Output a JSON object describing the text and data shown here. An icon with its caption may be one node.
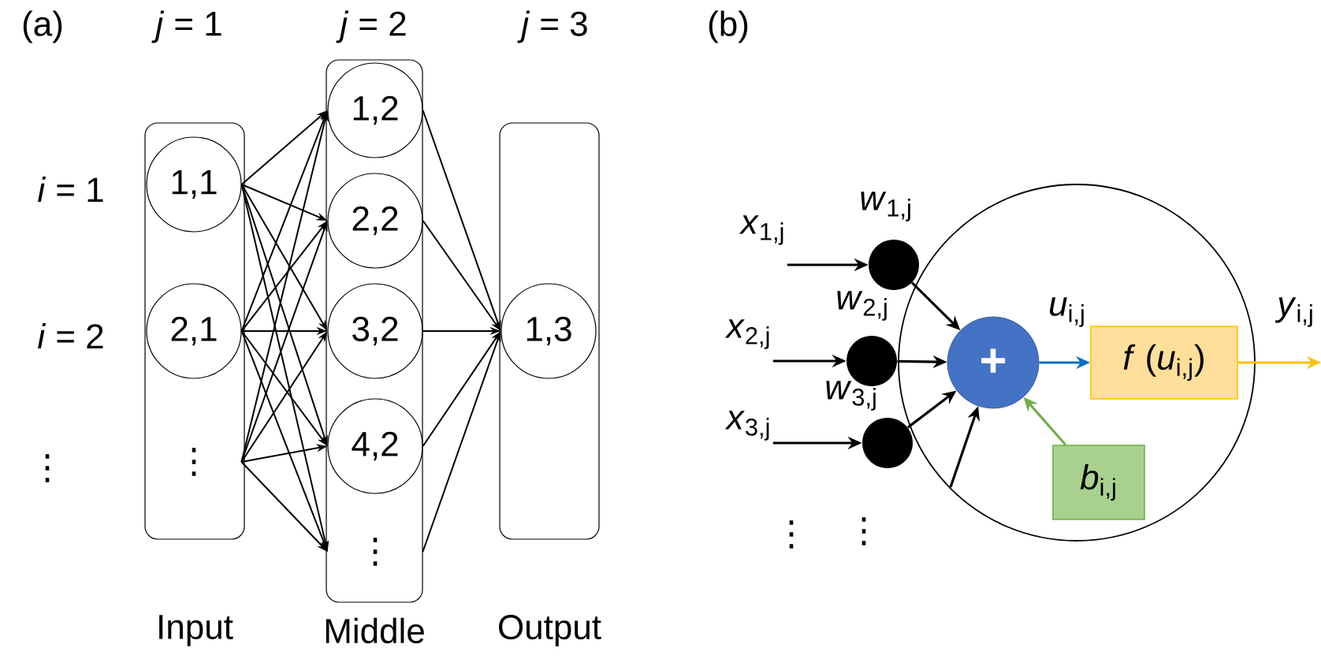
{
  "diagram": {
    "nodes": [
      {
        "text": [
          "Input"
        ]
      },
      {
        "text": [
          "1,1"
        ],
        "in": 0
      },
      {
        "text": [
          "2,1"
        ],
        "in": 0
      },
      {
        "text": [
          "⋮"
        ],
        "in": 0
      },
      {
        "text": [
          "Middle"
        ]
      },
      {
        "text": [
          "1,2"
        ],
        "in": 4
      },
      {
        "text": [
          "2,2"
        ],
        "in": 4
      },
      {
        "text": [
          "3,2"
        ],
        "in": 4
      },
      {
        "text": [
          "4,2"
        ],
        "in": 4
      },
      {
        "text": [
          "⋮"
        ],
        "in": 4
      },
      {
        "text": [
          "Output"
        ]
      },
      {
        "text": [
          "1,3"
        ],
        "in": 10
      },
      {
        "text": [],
        "shape": "circle"
      },
      {
        "text": [
          "*x*$_{1,j}$"
        ]
      },
      {
        "text": [
          "*x*$_{2,j}$"
        ]
      },
      {
        "text": [
          "*x*$_{3,j}$"
        ]
      },
      {
        "text": [],
        "shape": "circle",
        "beside": [
          "*w*$_{1,j}$"
        ]
      },
      {
        "text": [],
        "shape": "circle",
        "beside": [
          "*w*$_{2,j}$"
        ]
      },
      {
        "text": [],
        "shape": "circle",
        "beside": [
          "*w*$_{3,j}$"
        ]
      },
      {
        "text": [
          "+"
        ],
        "in": 12
      },
      {
        "text": [
          "*f* (*u*$_{i,j}$)"
        ],
        "in": 12
      },
      {
        "text": [
          "*b*$_{i,j}$"
        ],
        "in": 12
      }
    ],
    "edges": [
      {
        "from": 1,
        "to": 5,
        "arrow": "to"
      },
      {
        "from": 1,
        "to": 6,
        "arrow": "to"
      },
      {
        "from": 1,
        "to": 7,
        "arrow": "to"
      },
      {
        "from": 1,
        "to": 8,
        "arrow": "to"
      },
      {
        "from": 1,
        "to": 9,
        "arrow": "to"
      },
      {
        "from": 2,
        "to": 5,
        "arrow": "to"
      },
      {
        "from": 2,
        "to": 6,
        "arrow": "to"
      },
      {
        "from": 2,
        "to": 7,
        "arrow": "to"
      },
      {
        "from": 2,
        "to": 8,
        "arrow": "to"
      },
      {
        "from": 2,
        "to": 9,
        "arrow": "to"
      },
      {
        "from": 3,
        "to": 5,
        "arrow": "to"
      },
      {
        "from": 3,
        "to": 6,
        "arrow": "to"
      },
      {
        "from": 3,
        "to": 7,
        "arrow": "to"
      },
      {
        "from": 3,
        "to": 8,
        "arrow": "to"
      },
      {
        "from": 3,
        "to": 9,
        "arrow": "to"
      },
      {
        "from": 5,
        "to": 11,
        "arrow": "to"
      },
      {
        "from": 6,
        "to": 11,
        "arrow": "to"
      },
      {
        "from": 7,
        "to": 11,
        "arrow": "to"
      },
      {
        "from": 8,
        "to": 11,
        "arrow": "to"
      },
      {
        "from": 9,
        "to": 11,
        "arrow": "to"
      },
      {
        "from": 13,
        "to": 16,
        "arrow": "to"
      },
      {
        "from": 14,
        "to": 17,
        "arrow": "to"
      },
      {
        "from": 15,
        "to": 18,
        "arrow": "to"
      },
      {
        "from": 16,
        "to": 19,
        "arrow": "to"
      },
      {
        "from": 17,
        "to": 19,
        "arrow": "to"
      },
      {
        "from": 18,
        "to": 19,
        "arrow": "to"
      },
      {
        "from": null,
        "to": 19,
        "arrow": "to"
      },
      {
        "from": 19,
        "to": 20,
        "arrow": "to",
        "label": "*u*$_{i,j}$",
        "color": "#0070c0"
      },
      {
        "from": 20,
        "to": null,
        "arrow": "to",
        "label": "*y*$_{i,j}$",
        "color": "#ffc000"
      },
      {
        "from": 21,
        "to": 19,
        "arrow": "to",
        "color": "#70ad47"
      }
    ],
    "labels": [
      "(a)",
      "*j* = 1",
      "*j* = 2",
      "*j* = 3",
      "*i* = 1",
      "*i* = 2",
      "⋮",
      "(b)",
      "⋮",
      "⋮"
    ]
  }
}
